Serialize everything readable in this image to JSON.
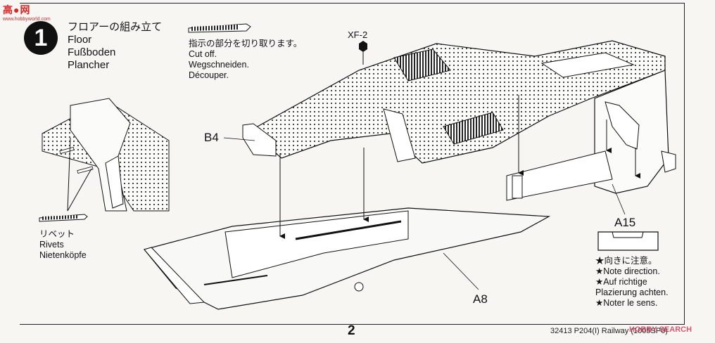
{
  "watermark": {
    "main": "高●网",
    "sub": "www.hobbyworld.com"
  },
  "step": {
    "number": "1",
    "title_jp": "フロアーの組み立て",
    "title_en": "Floor",
    "title_de": "Fußboden",
    "title_fr": "Plancher"
  },
  "cut_note": {
    "jp": "指示の部分を切り取ります。",
    "en": "Cut off.",
    "de": "Wegschneiden.",
    "fr": "Découper."
  },
  "rivets_note": {
    "jp": "リベット",
    "en": "Rivets",
    "de": "Nietenköpfe"
  },
  "direction_note": {
    "jp": "★向きに注意。",
    "en": "★Note direction.",
    "de1": "★Auf richtige",
    "de2": "Plazierung achten.",
    "fr": "★Noter le sens."
  },
  "labels": {
    "xf2": "XF-2",
    "b4": "B4",
    "a15": "A15",
    "a8": "A8"
  },
  "footer": {
    "page": "2",
    "code": "32413 P204(I) Railway (1005SP0)",
    "logo": "HOBBY SEARCH"
  },
  "colors": {
    "ink": "#111111",
    "paper": "#f7f6f3",
    "watermark": "#dd2222"
  }
}
